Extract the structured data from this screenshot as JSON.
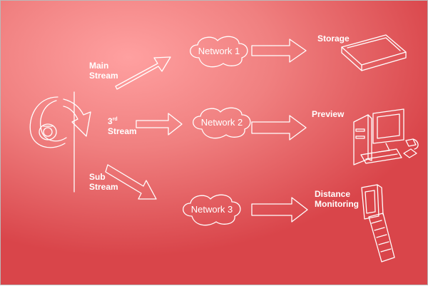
{
  "labels": {
    "main_stream": [
      "Main",
      "Stream"
    ],
    "third_stream_num": "3",
    "third_stream_sup": "rd",
    "third_stream_word": "Stream",
    "sub_stream": [
      "Sub",
      "Stream"
    ]
  },
  "networks": [
    "Network 1",
    "Network 2",
    "Network 3"
  ],
  "outputs": {
    "storage": "Storage",
    "preview": "Preview",
    "distance": [
      "Distance",
      "Monitoring"
    ]
  },
  "colors": {
    "line": "#ffffff",
    "bg_light": "#ffa0a0",
    "bg_dark": "#d9454a"
  },
  "icons": [
    "camera-icon",
    "cloud-icon",
    "storage-device-icon",
    "desktop-computer-icon",
    "mobile-phone-icon",
    "arrow-icon"
  ]
}
